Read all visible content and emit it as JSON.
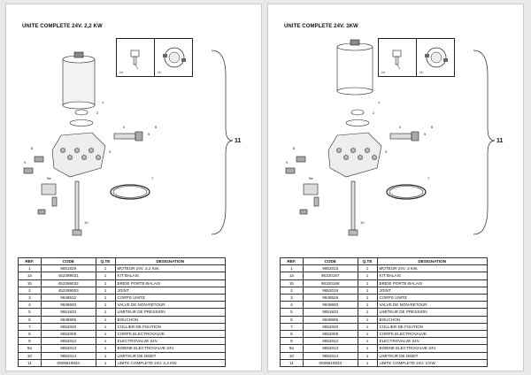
{
  "pages": [
    {
      "title": "UNITE COMPLETE 24V. 2,2 KW",
      "group_ref": "11",
      "inset_labels": [
        "1a",
        "1b"
      ],
      "callouts": [
        "1",
        "2",
        "3",
        "4",
        "5",
        "6",
        "7",
        "8",
        "9",
        "9a",
        "10"
      ],
      "table": {
        "headers": [
          "REF.",
          "CODE",
          "Q.TE",
          "DESIGNATION"
        ],
        "rows": [
          [
            "1",
            "9851829",
            "1",
            "MOTEUR 24V. 2,2 KW."
          ],
          [
            "1a",
            "452399031",
            "1",
            "KIT BALAIS"
          ],
          [
            "1b",
            "452399032",
            "1",
            "BRIDE PORTE-BALAIS"
          ],
          [
            "2",
            "452399003",
            "1",
            "JOINT"
          ],
          [
            "3",
            "9848532",
            "1",
            "CORPS UNITE"
          ],
          [
            "4",
            "9848693",
            "1",
            "VALVE DE NON-RETOUR"
          ],
          [
            "5",
            "9851832",
            "1",
            "LIMITEUR DE PRESSION"
          ],
          [
            "6",
            "9848695",
            "1",
            "BOUCHON"
          ],
          [
            "7",
            "9852020",
            "1",
            "COLLIER DE FIXATION"
          ],
          [
            "8",
            "9852009",
            "1",
            "CORPS ELECTROVALVE"
          ],
          [
            "9",
            "9852012",
            "1",
            "ELECTROVALVE 24V."
          ],
          [
            "9a",
            "9852013",
            "1",
            "BOBINE ELECTROVALVE 24V."
          ],
          [
            "10",
            "9852014",
            "1",
            "LIMITEUR DE DEBIT"
          ],
          [
            "11",
            "0009810834",
            "1",
            "UNITE COMPLETE 24V. 2,2 KW."
          ]
        ]
      }
    },
    {
      "title": "UNITE COMPLETE 24V. 3KW",
      "group_ref": "11",
      "inset_labels": [
        "1a",
        "1b"
      ],
      "callouts": [
        "1",
        "2",
        "3",
        "4",
        "5",
        "6",
        "7",
        "8",
        "9",
        "9a",
        "10"
      ],
      "table": {
        "headers": [
          "REF.",
          "CODE",
          "Q.TE",
          "DESIGNATION"
        ],
        "rows": [
          [
            "1",
            "9852015",
            "1",
            "MOTEUR 24V. 3 KW."
          ],
          [
            "1a",
            "95320167",
            "1",
            "KIT BALAIS"
          ],
          [
            "1b",
            "95320168",
            "1",
            "BRIDE PORTE-BALAIS"
          ],
          [
            "2",
            "9852016",
            "1",
            "JOINT"
          ],
          [
            "3",
            "9848526",
            "1",
            "CORPS UNITE"
          ],
          [
            "4",
            "9848693",
            "1",
            "VALVE DE NON-RETOUR"
          ],
          [
            "5",
            "9851832",
            "1",
            "LIMITEUR DE PRESSION"
          ],
          [
            "6",
            "9848695",
            "1",
            "BOUCHON"
          ],
          [
            "7",
            "9852020",
            "1",
            "COLLIER DE FIXATION"
          ],
          [
            "8",
            "9852009",
            "1",
            "CORPS ELECTROVALVE"
          ],
          [
            "9",
            "9852012",
            "1",
            "ELECTROVALVE 24V."
          ],
          [
            "9a",
            "9852013",
            "1",
            "BOBINE ELECTROVALVE 24V."
          ],
          [
            "10",
            "9852014",
            "1",
            "LIMITEUR DE DEBIT"
          ],
          [
            "11",
            "0009810833",
            "1",
            "UNITE COMPLETE 24V. 3 KW."
          ]
        ]
      }
    }
  ]
}
